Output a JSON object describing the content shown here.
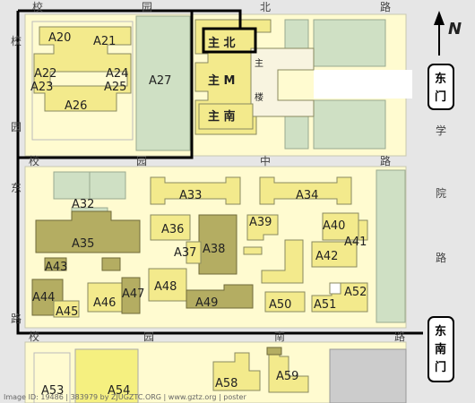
{
  "map": {
    "compass": "N",
    "watermark": "Image ID: 19486 | 383979 by ZJUGZTC.ORG | www.gztz.org | poster",
    "roads": {
      "north": [
        "校",
        "园",
        "北",
        "路"
      ],
      "west": [
        "校",
        "园",
        "东",
        "路"
      ],
      "middle": [
        "校",
        "园",
        "中",
        "路"
      ],
      "south": [
        "校",
        "园",
        "南",
        "路"
      ],
      "east": [
        "学",
        "院",
        "路"
      ]
    },
    "gates": {
      "east": "东门",
      "southeast": "东南门"
    },
    "main_building": {
      "north": "主  北",
      "middle": "主  M",
      "south": "主  南",
      "wing": [
        "主",
        "楼"
      ]
    },
    "buildings": [
      "A20",
      "A21",
      "A22",
      "A23",
      "A24",
      "A25",
      "A26",
      "A27",
      "A32",
      "A33",
      "A34",
      "A35",
      "A36",
      "A37",
      "A38",
      "A39",
      "A40",
      "A41",
      "A42",
      "A43",
      "A44",
      "A45",
      "A46",
      "A47",
      "A48",
      "A49",
      "A50",
      "A51",
      "A52",
      "A53",
      "A54",
      "A58",
      "A59"
    ]
  }
}
